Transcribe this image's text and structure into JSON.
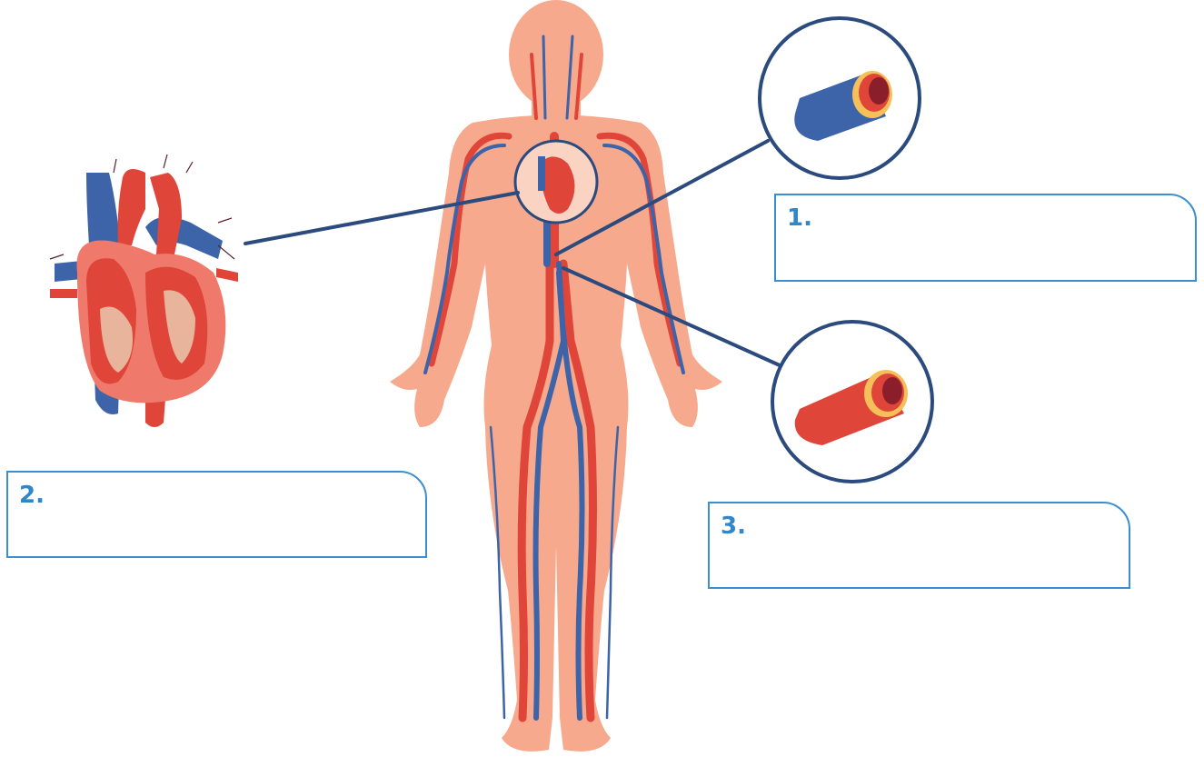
{
  "labels": {
    "box1": {
      "number": "1."
    },
    "box2": {
      "number": "2."
    },
    "box3": {
      "number": "3."
    }
  },
  "colors": {
    "artery": "#e0453a",
    "vein": "#3d63a8",
    "skin": "#f6a98c",
    "outline": "#2b4a7d",
    "label_blue": "#3b8fd0"
  },
  "icons": [
    "heart-icon",
    "vein-cross-section-icon",
    "artery-cross-section-icon"
  ]
}
